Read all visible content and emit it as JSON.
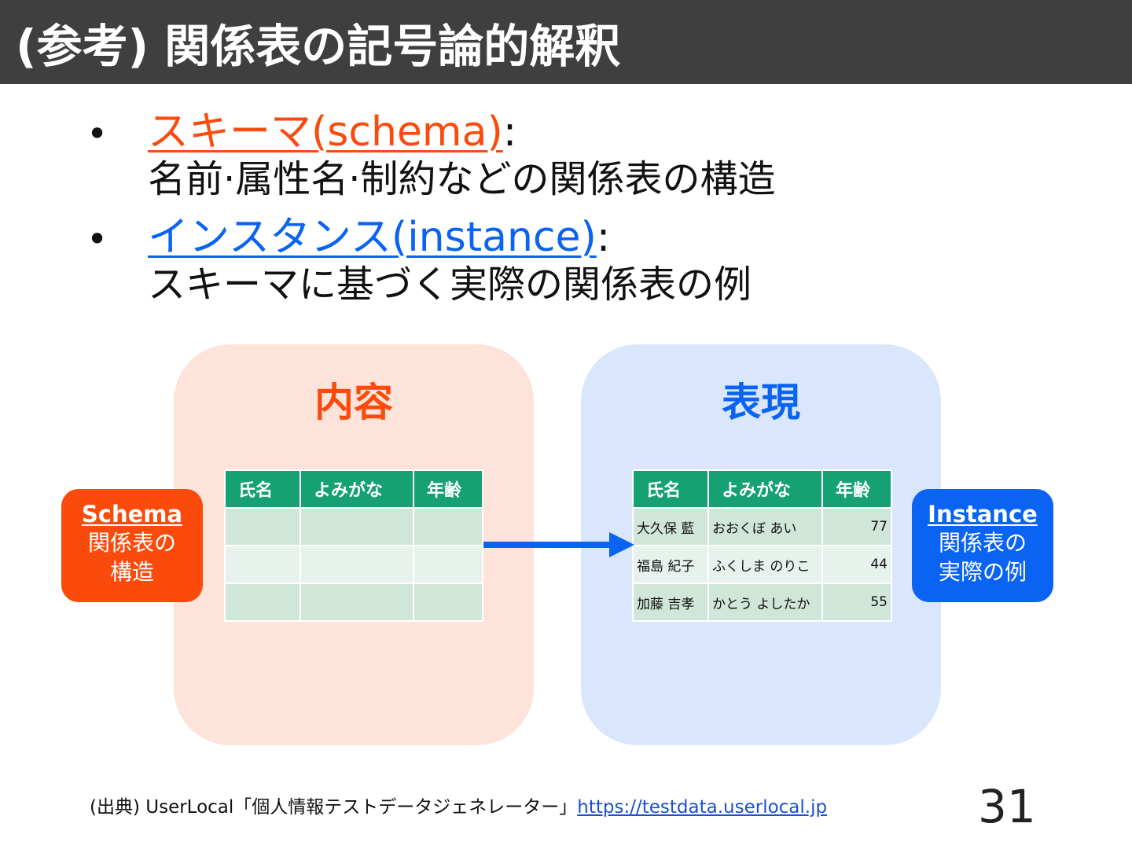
{
  "colors": {
    "title_bg": "#3f3f3f",
    "accent_orange": "#fb4b0c",
    "accent_blue": "#0a63f2",
    "panel_content_bg": "#fde3da",
    "panel_repr_bg": "#dae6fb",
    "table_header": "#16a172",
    "link_blue": "#1a4fd6"
  },
  "title": "(参考) 関係表の記号論的解釈",
  "bullets": [
    {
      "dot": "•",
      "term": "スキーマ(schema)",
      "colon": ":",
      "desc": "名前·属性名·制約などの関係表の構造",
      "color": "#fb4b0c"
    },
    {
      "dot": "•",
      "term": "インスタンス(instance)",
      "colon": ":",
      "desc": "スキーマに基づく実際の関係表の例",
      "color": "#0a63f2"
    }
  ],
  "panels": {
    "content_title": "内容",
    "repr_title": "表現"
  },
  "schema_table": {
    "headers": [
      "氏名",
      "よみがな",
      "年齢"
    ]
  },
  "instance_table": {
    "headers": [
      "氏名",
      "よみがな",
      "年齢"
    ],
    "rows": [
      [
        "大久保 藍",
        "おおくぼ あい",
        "77"
      ],
      [
        "福島 紀子",
        "ふくしま のりこ",
        "44"
      ],
      [
        "加藤 吉孝",
        "かとう よしたか",
        "55"
      ]
    ]
  },
  "labels": {
    "schema": {
      "head": "Schema",
      "line1": "関係表の",
      "line2": "構造"
    },
    "instance": {
      "head": "Instance",
      "line1": "関係表の",
      "line2": "実際の例"
    }
  },
  "source": {
    "prefix": "(出典) UserLocal「個人情報テストデータジェネレーター」",
    "link": "https://testdata.userlocal.jp"
  },
  "page_number": "31"
}
